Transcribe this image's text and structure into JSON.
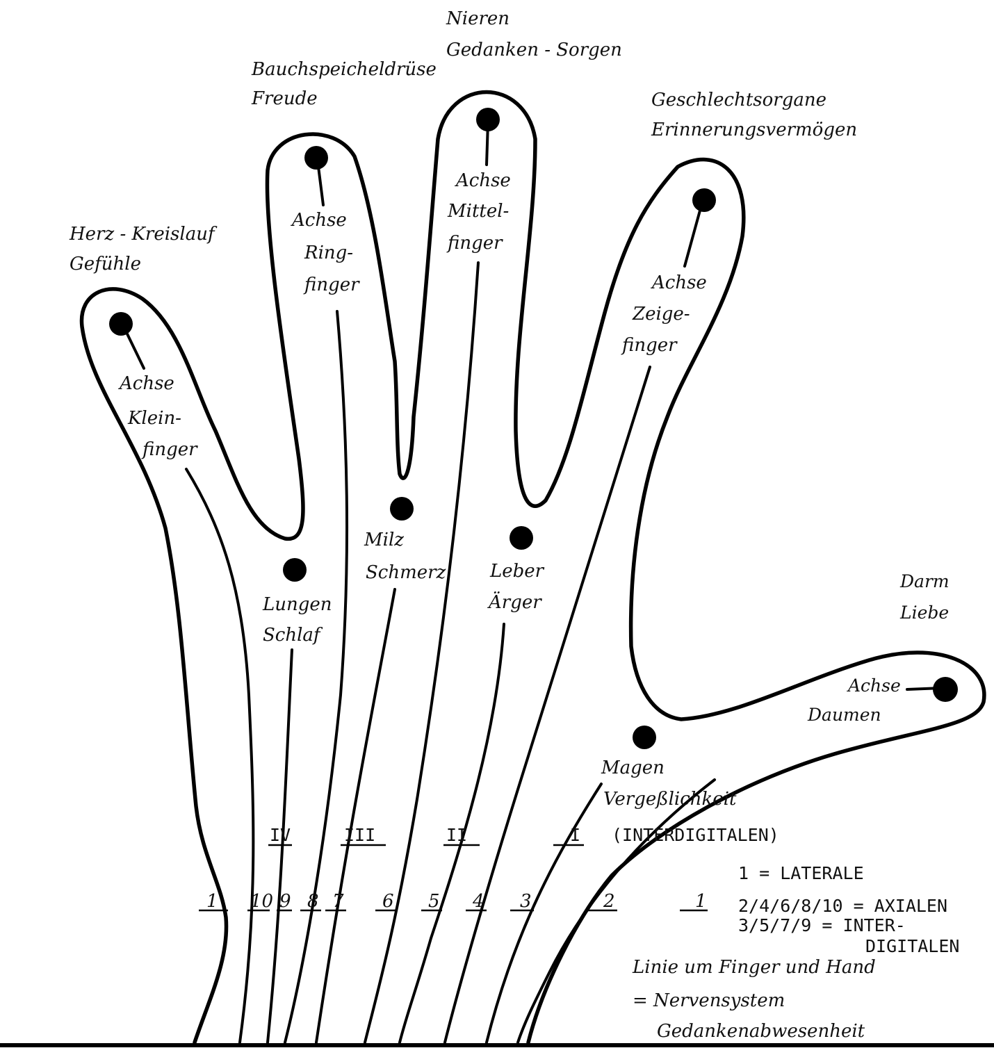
{
  "fingers": {
    "little": {
      "organ": "Herz - Kreislauf",
      "emotion": "Gefühle",
      "axis": [
        "Achse",
        "Klein-",
        "finger"
      ]
    },
    "ring": {
      "organ": "Bauchspeicheldrüse",
      "emotion": "Freude",
      "axis": [
        "Achse",
        "Ring-",
        "finger"
      ]
    },
    "middle": {
      "organ": "Nieren",
      "emotion": "Gedanken - Sorgen",
      "axis": [
        "Achse",
        "Mittel-",
        "finger"
      ]
    },
    "index": {
      "organ": "Geschlechtsorgane",
      "emotion": "Erinnerungsvermögen",
      "axis": [
        "Achse",
        "Zeige-",
        "finger"
      ]
    },
    "thumb": {
      "organ": "Darm",
      "emotion": "Liebe",
      "axis": [
        "Achse",
        "Daumen"
      ]
    }
  },
  "interdigital_points": {
    "lungs": [
      "Lungen",
      "Schlaf"
    ],
    "spleen": [
      "Milz",
      "Schmerz"
    ],
    "liver": [
      "Leber",
      "Ärger"
    ],
    "stomach": [
      "Magen",
      "Vergeßlichkeit"
    ]
  },
  "interdigital_numerals": [
    "IV",
    "III",
    "II",
    "I"
  ],
  "interdigital_caption": "(INTERDIGITALEN)",
  "line_numbers": [
    "1",
    "10",
    "9",
    "8",
    "7",
    "6",
    "5",
    "4",
    "3",
    "2",
    "1"
  ],
  "legend": {
    "lateral": "1 = LATERALE",
    "axial": "2/4/6/8/10 = AXIALEN",
    "inter_line1": "3/5/7/9 = INTER-",
    "inter_line2": "DIGITALEN"
  },
  "note": {
    "line1": "Linie um Finger und Hand",
    "line2": "= Nervensystem",
    "line3": "Gedankenabwesenheit"
  }
}
